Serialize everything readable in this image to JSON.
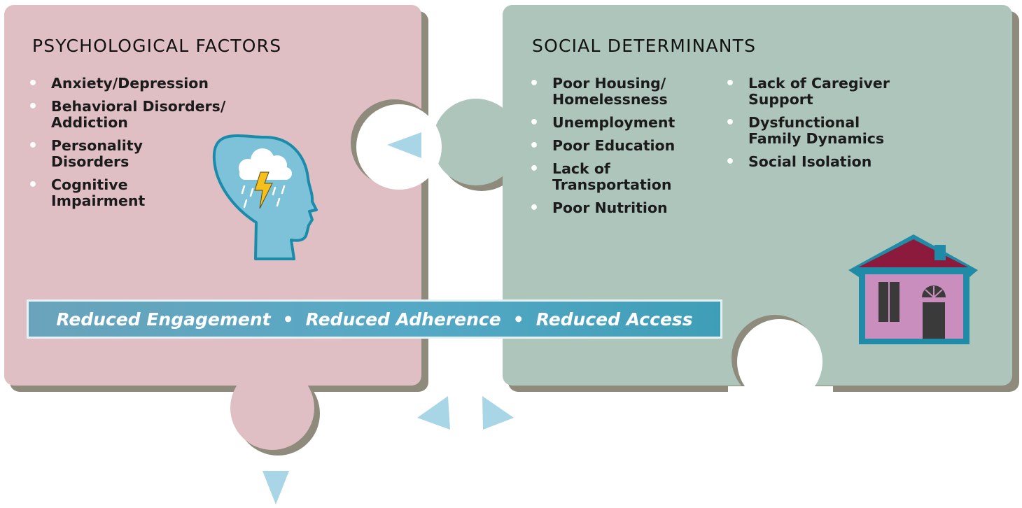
{
  "colors": {
    "psych_panel": "#e0bfc4",
    "social_panel": "#adc5bb",
    "shadow": "#8e8b7d",
    "arrow": "#a9d6e6",
    "banner": "#55a9c6",
    "head": "#7dc2d9",
    "head_outline": "#1a8ba9",
    "bolt": "#f5c01b",
    "house_wall": "#c98dbe",
    "house_roof": "#8b1a3c",
    "house_trim": "#1f8ba7",
    "door": "#3a3a3a"
  },
  "psychological": {
    "title": "PSYCHOLOGICAL FACTORS",
    "items": [
      "Anxiety/Depression",
      "Behavioral Disorders/\nAddiction",
      "Personality\nDisorders",
      "Cognitive\nImpairment"
    ],
    "icon": "head-storm-icon"
  },
  "social": {
    "title": "SOCIAL DETERMINANTS",
    "items_col1": [
      "Poor Housing/\nHomelessness",
      "Unemployment",
      "Poor Education",
      "Lack of\nTransportation",
      "Poor Nutrition"
    ],
    "items_col2": [
      "Lack of Caregiver\nSupport",
      "Dysfunctional\nFamily Dynamics",
      "Social Isolation"
    ],
    "icon": "house-icon"
  },
  "banner": {
    "item1": "Reduced Engagement",
    "item2": "Reduced Adherence",
    "item3": "Reduced Access",
    "separator": "•"
  }
}
